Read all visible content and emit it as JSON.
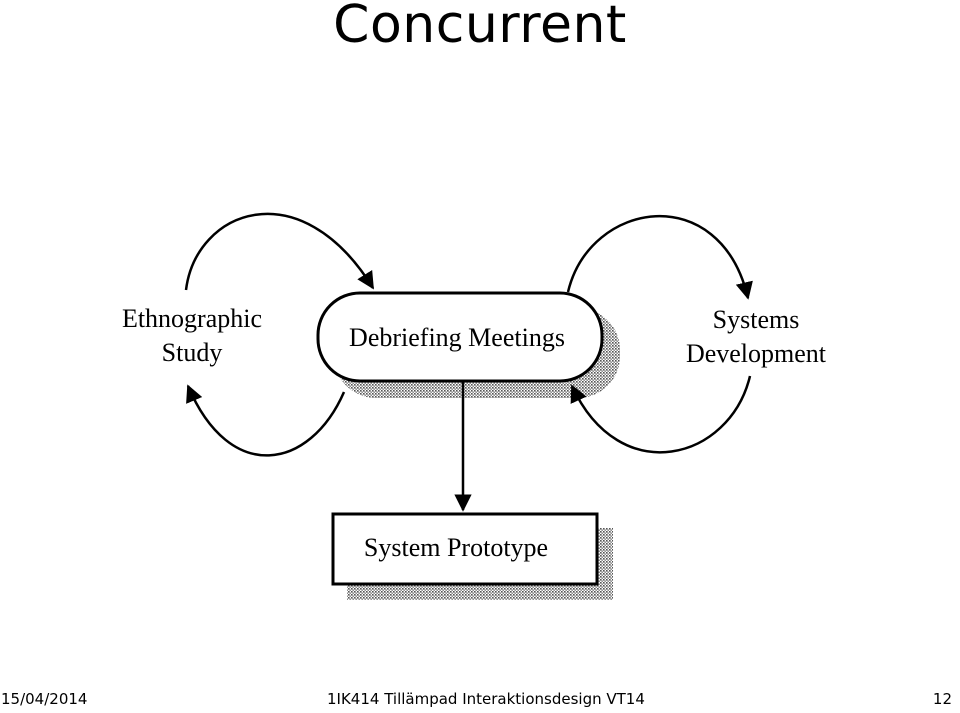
{
  "slide": {
    "title": "Concurrent"
  },
  "diagram": {
    "nodes": {
      "ethnographic_line1": "Ethnographic",
      "ethnographic_line2": "Study",
      "debriefing": "Debriefing Meetings",
      "systems_line1": "Systems",
      "systems_line2": "Development",
      "prototype": "System Prototype"
    }
  },
  "footer": {
    "date": "15/04/2014",
    "course": "1IK414 Tillämpad Interaktionsdesign VT14",
    "page": "12"
  },
  "colors": {
    "ink": "#000000",
    "shadow": "#9a9a9a",
    "background": "#ffffff"
  }
}
